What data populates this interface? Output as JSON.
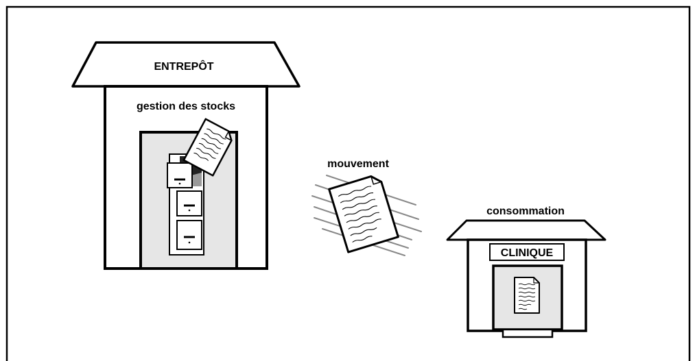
{
  "warehouse": {
    "sign": "ENTREPÔT",
    "caption": "gestion des stocks"
  },
  "movement": {
    "label": "mouvement"
  },
  "clinic": {
    "caption": "consommation",
    "sign": "CLINIQUE"
  },
  "colors": {
    "stroke": "#000000",
    "fill_light": "#e6e6e6",
    "fill_mid": "#9a9a9a",
    "background": "#ffffff"
  },
  "icons": [
    "filing-cabinet-icon",
    "document-icon"
  ]
}
